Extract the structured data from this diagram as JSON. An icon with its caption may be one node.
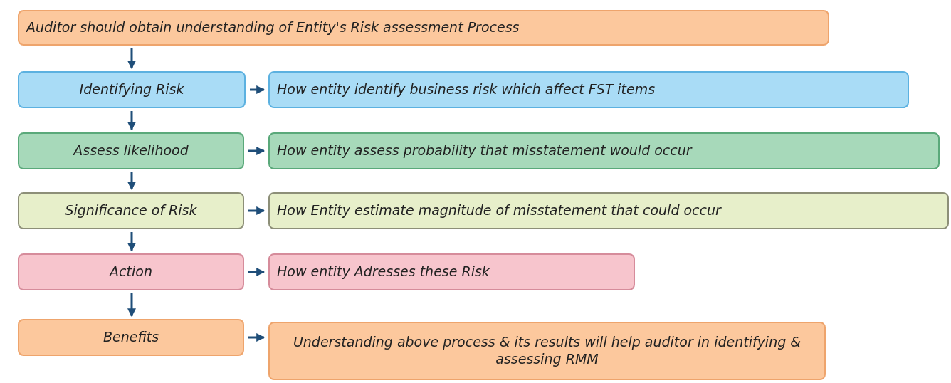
{
  "diagram": {
    "nodes": [
      {
        "text": [
          "Auditor should obtain understanding of Entity's Risk assessment Process"
        ]
      },
      {
        "text": [
          "Identifying Risk"
        ]
      },
      {
        "text": [
          "How entity identify business risk which affect FST items"
        ]
      },
      {
        "text": [
          "Assess likelihood"
        ]
      },
      {
        "text": [
          "How entity assess probability that misstatement would occur"
        ]
      },
      {
        "text": [
          "Significance of Risk"
        ]
      },
      {
        "text": [
          "How Entity estimate magnitude of misstatement that could occur"
        ]
      },
      {
        "text": [
          "Action"
        ]
      },
      {
        "text": [
          "How entity Adresses these Risk"
        ]
      },
      {
        "text": [
          "Benefits"
        ]
      },
      {
        "text": [
          "Understanding above process & its results will help auditor in identifying & assessing RMM"
        ]
      }
    ],
    "edges": [
      {
        "from": 0,
        "to": 1,
        "arrow": "to"
      },
      {
        "from": 1,
        "to": 2,
        "arrow": "to"
      },
      {
        "from": 1,
        "to": 3,
        "arrow": "to"
      },
      {
        "from": 3,
        "to": 4,
        "arrow": "to"
      },
      {
        "from": 3,
        "to": 5,
        "arrow": "to"
      },
      {
        "from": 5,
        "to": 6,
        "arrow": "to"
      },
      {
        "from": 5,
        "to": 7,
        "arrow": "to"
      },
      {
        "from": 7,
        "to": 8,
        "arrow": "to"
      },
      {
        "from": 7,
        "to": 9,
        "arrow": "to"
      },
      {
        "from": 9,
        "to": 10,
        "arrow": "to"
      }
    ]
  }
}
